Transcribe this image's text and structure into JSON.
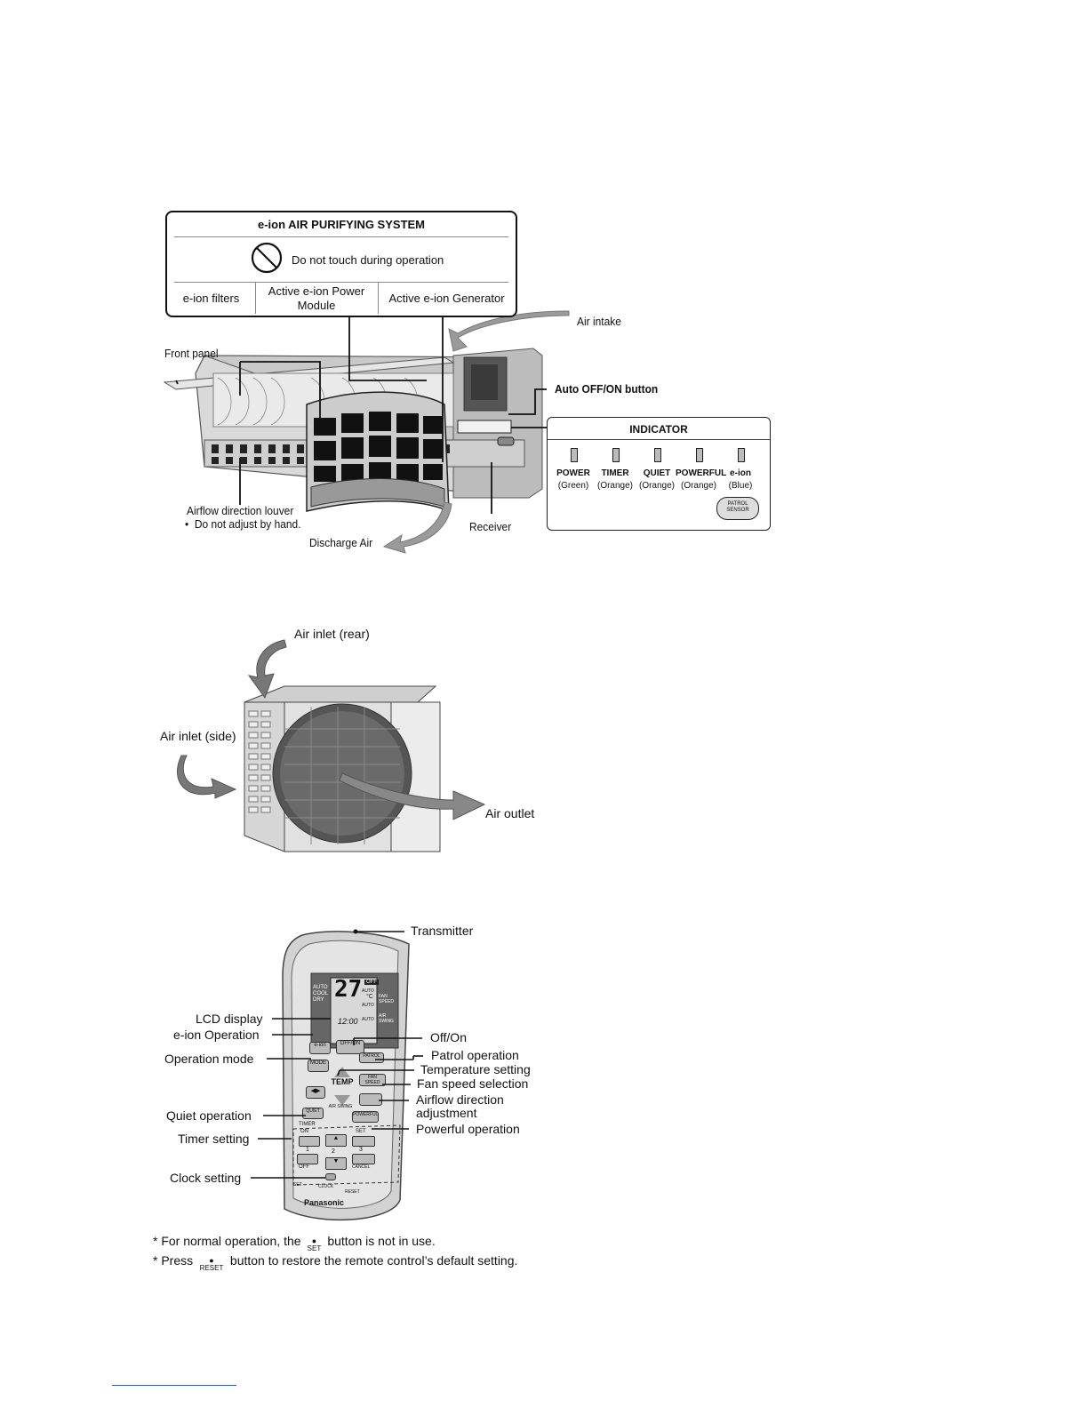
{
  "indoor_unit": {
    "eion_box": {
      "title": "e-ion AIR PURIFYING SYSTEM",
      "warning": "Do not touch during operation",
      "col1": "e-ion filters",
      "col2_line1": "Active e-ion Power",
      "col2_line2": "Module",
      "col3": "Active e-ion Generator"
    },
    "labels": {
      "air_intake": "Air intake",
      "front_panel": "Front panel",
      "auto_button": "Auto OFF/ON button",
      "louver_line1": "Airflow direction louver",
      "louver_line2": "Do not adjust by hand.",
      "discharge": "Discharge Air",
      "receiver": "Receiver"
    },
    "indicator": {
      "title": "INDICATOR",
      "items": [
        {
          "name": "POWER",
          "color": "(Green)"
        },
        {
          "name": "TIMER",
          "color": "(Orange)"
        },
        {
          "name": "QUIET",
          "color": "(Orange)"
        },
        {
          "name": "POWERFUL",
          "color": "(Orange)"
        },
        {
          "name": "e-ion",
          "color": "(Blue)"
        }
      ],
      "sensor_line1": "PATROL",
      "sensor_line2": "SENSOR"
    }
  },
  "outdoor_unit": {
    "labels": {
      "inlet_rear": "Air inlet (rear)",
      "inlet_side": "Air inlet (side)",
      "outlet": "Air outlet"
    }
  },
  "remote": {
    "labels_left": {
      "lcd": "LCD display",
      "eion": "e-ion Operation",
      "mode": "Operation mode",
      "quiet": "Quiet operation",
      "timer": "Timer setting",
      "clock": "Clock setting"
    },
    "labels_right": {
      "transmitter": "Transmitter",
      "offon": "Off/On",
      "patrol": "Patrol operation",
      "temp": "Temperature setting",
      "fan": "Fan speed selection",
      "airflow_line1": "Airflow direction",
      "airflow_line2": "adjustment",
      "powerful": "Powerful operation"
    },
    "body_text": {
      "mode_list": "AUTO\nCOOL\nDRY",
      "temp": "27",
      "unit": "°C",
      "off_badge": "OFF",
      "auto1": "AUTO",
      "auto2": "AUTO",
      "auto3": "AUTO",
      "fan_speed": "FAN SPEED",
      "air_swing": "AIR SWING",
      "time": "12:00",
      "btn_eion": "e-ion",
      "btn_offon": "OFF/ON",
      "btn_patrol": "PATROL",
      "btn_mode": "MODE",
      "btn_temp": "TEMP",
      "btn_fan": "FAN SPEED",
      "btn_airswing": "AIR SWING",
      "btn_quiet": "QUIET",
      "btn_powerful": "POWERFUL",
      "timer": "TIMER",
      "on": "ON",
      "off": "OFF",
      "set": "SET",
      "cancel": "CANCEL",
      "n1": "1",
      "n2": "2",
      "n3": "3",
      "set_b": "SET",
      "clock": "CLOCK",
      "reset": "RESET",
      "brand": "Panasonic"
    },
    "notes": {
      "n1_a": "* For normal operation, the",
      "n1_btn": "SET",
      "n1_b": "button is not in use.",
      "n2_a": "* Press",
      "n2_btn": "RESET",
      "n2_b": "button to restore the remote control’s default setting."
    }
  }
}
